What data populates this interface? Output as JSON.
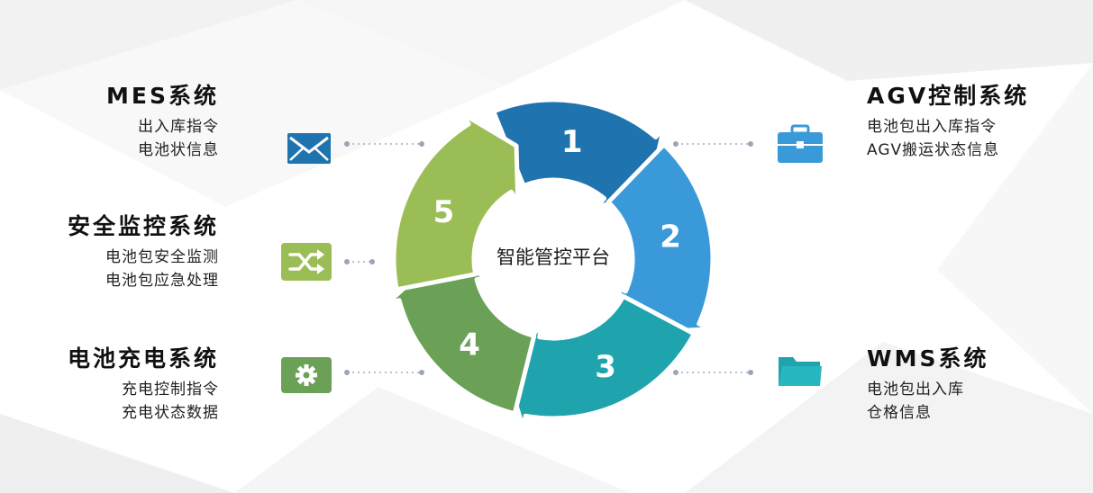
{
  "center": {
    "label": "智能管控平台"
  },
  "cycle": [
    {
      "num": "1",
      "color": "#1f73ae"
    },
    {
      "num": "2",
      "color": "#3a9ad9"
    },
    {
      "num": "3",
      "color": "#1fa3ad"
    },
    {
      "num": "4",
      "color": "#6aa156"
    },
    {
      "num": "5",
      "color": "#9bbd55"
    }
  ],
  "systems": {
    "mes": {
      "title": "MES系统",
      "lines": [
        "出入库指令",
        "电池状信息"
      ],
      "icon": "envelope-icon"
    },
    "safety": {
      "title": "安全监控系统",
      "lines": [
        "电池包安全监测",
        "电池包应急处理"
      ],
      "icon": "shuffle-icon"
    },
    "charging": {
      "title": "电池充电系统",
      "lines": [
        "充电控制指令",
        "充电状态数据"
      ],
      "icon": "gear-icon"
    },
    "agv": {
      "title": "AGV控制系统",
      "lines": [
        "电池包出入库指令",
        "AGV搬运状态信息"
      ],
      "icon": "briefcase-icon"
    },
    "wms": {
      "title": "WMS系统",
      "lines": [
        "电池包出入库",
        "仓格信息"
      ],
      "icon": "folder-icon"
    }
  }
}
